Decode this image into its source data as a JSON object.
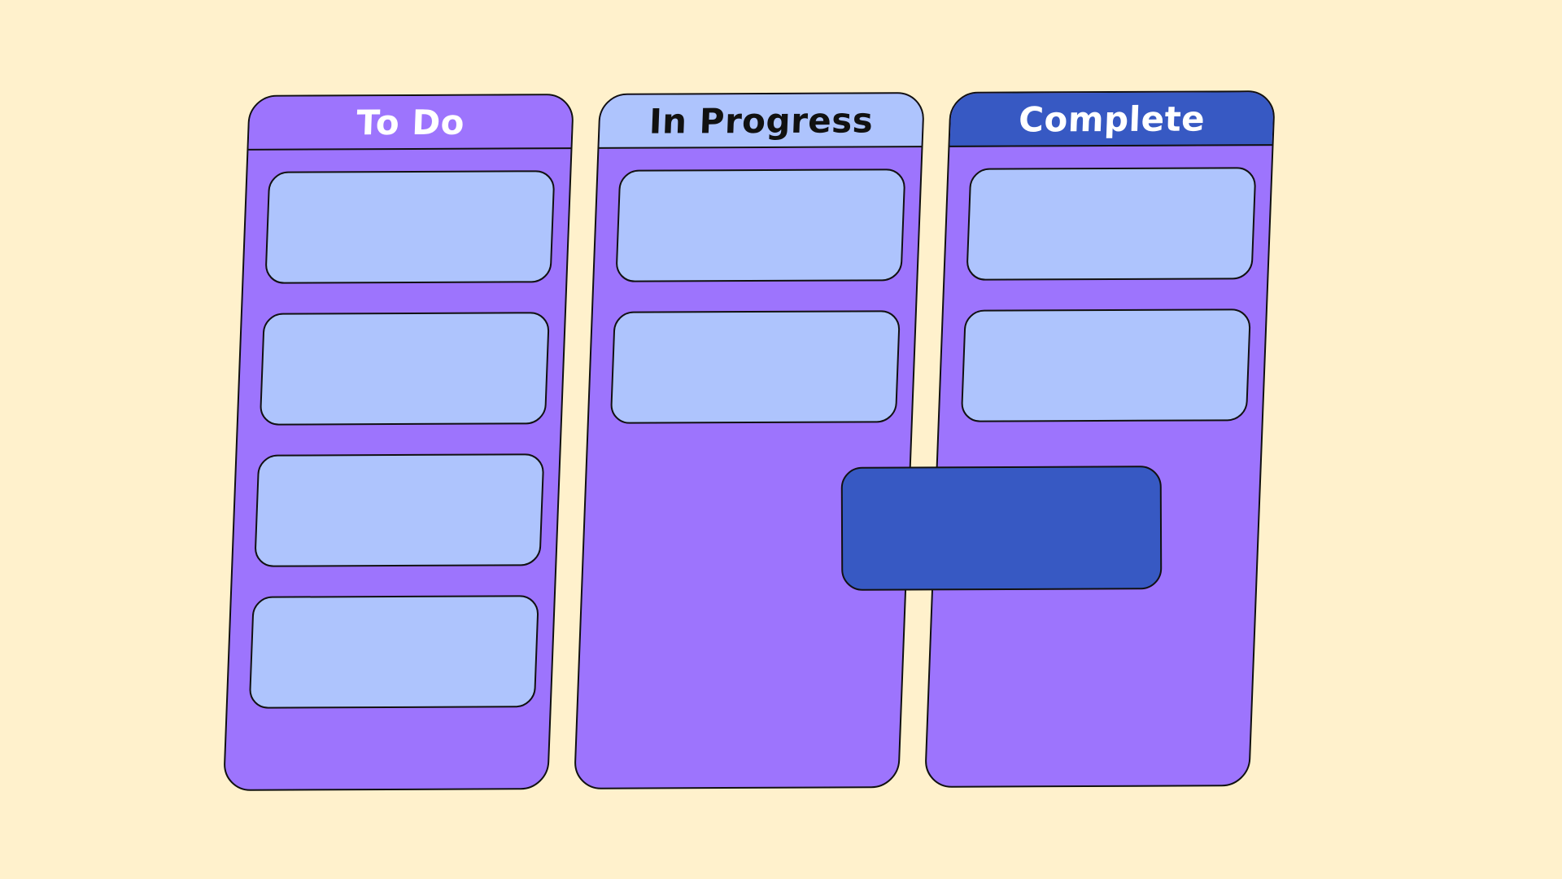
{
  "board": {
    "columns": [
      {
        "id": "todo",
        "title": "To Do",
        "card_count": 4
      },
      {
        "id": "in-progress",
        "title": "In Progress",
        "card_count": 2
      },
      {
        "id": "complete",
        "title": "Complete",
        "card_count": 2
      }
    ],
    "dragging_card": {
      "from": "In Progress",
      "to": "Complete"
    }
  },
  "colors": {
    "background": "#fff1cc",
    "column": "#9d74fd",
    "card": "#aec4fd",
    "todo_header": "#9d74fd",
    "in_progress_header": "#aec4fd",
    "complete_header": "#3759c3",
    "dragging_card": "#3759c3",
    "outline": "#111111"
  }
}
